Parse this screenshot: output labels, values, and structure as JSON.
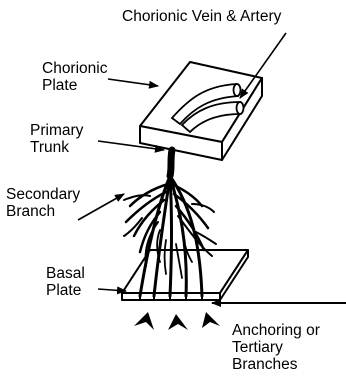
{
  "labels": {
    "chorionic_vein_artery": "Chorionic Vein & Artery",
    "chorionic_plate": [
      "Chorionic",
      "Plate"
    ],
    "primary_trunk": [
      "Primary",
      "Trunk"
    ],
    "secondary_branch": [
      "Secondary",
      "Branch"
    ],
    "basal_plate": [
      "Basal",
      "Plate"
    ],
    "anchoring_branches": [
      "Anchoring or",
      "Tertiary",
      "Branches"
    ]
  }
}
